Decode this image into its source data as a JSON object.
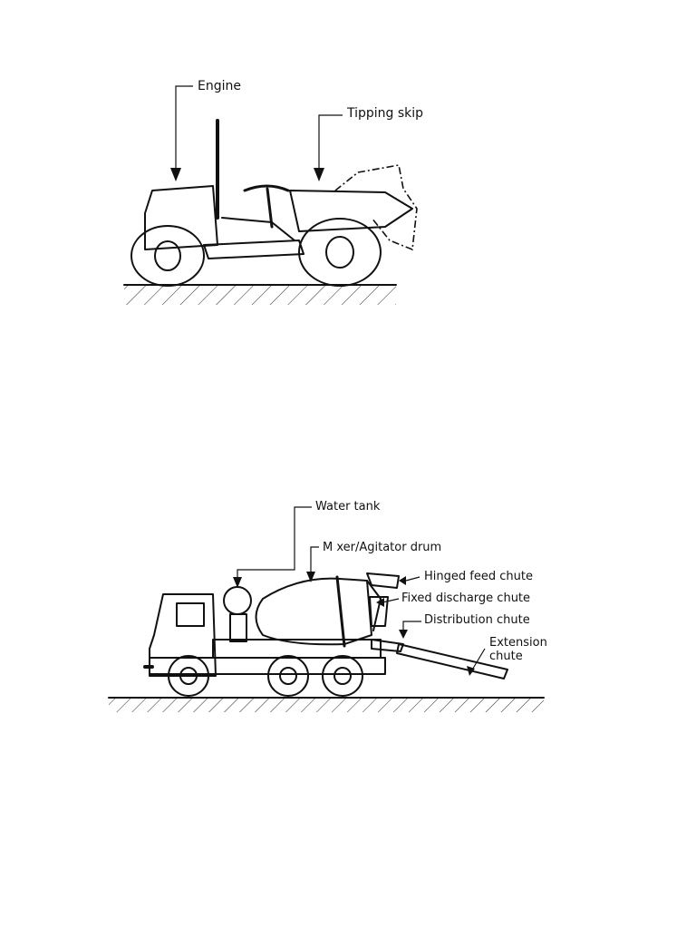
{
  "diagram_1": {
    "labels": {
      "engine": "Engine",
      "tipping_skip": "Tipping skip"
    }
  },
  "diagram_2": {
    "labels": {
      "water_tank": "Water tank",
      "mixer_drum": "M xer/Agitator drum",
      "hinged_feed_chute": "Hinged feed chute",
      "fixed_discharge_chute": "Fixed discharge chute",
      "distribution_chute": "Distribution chute",
      "extension_chute_1": "Extension",
      "extension_chute_2": "chute"
    }
  }
}
